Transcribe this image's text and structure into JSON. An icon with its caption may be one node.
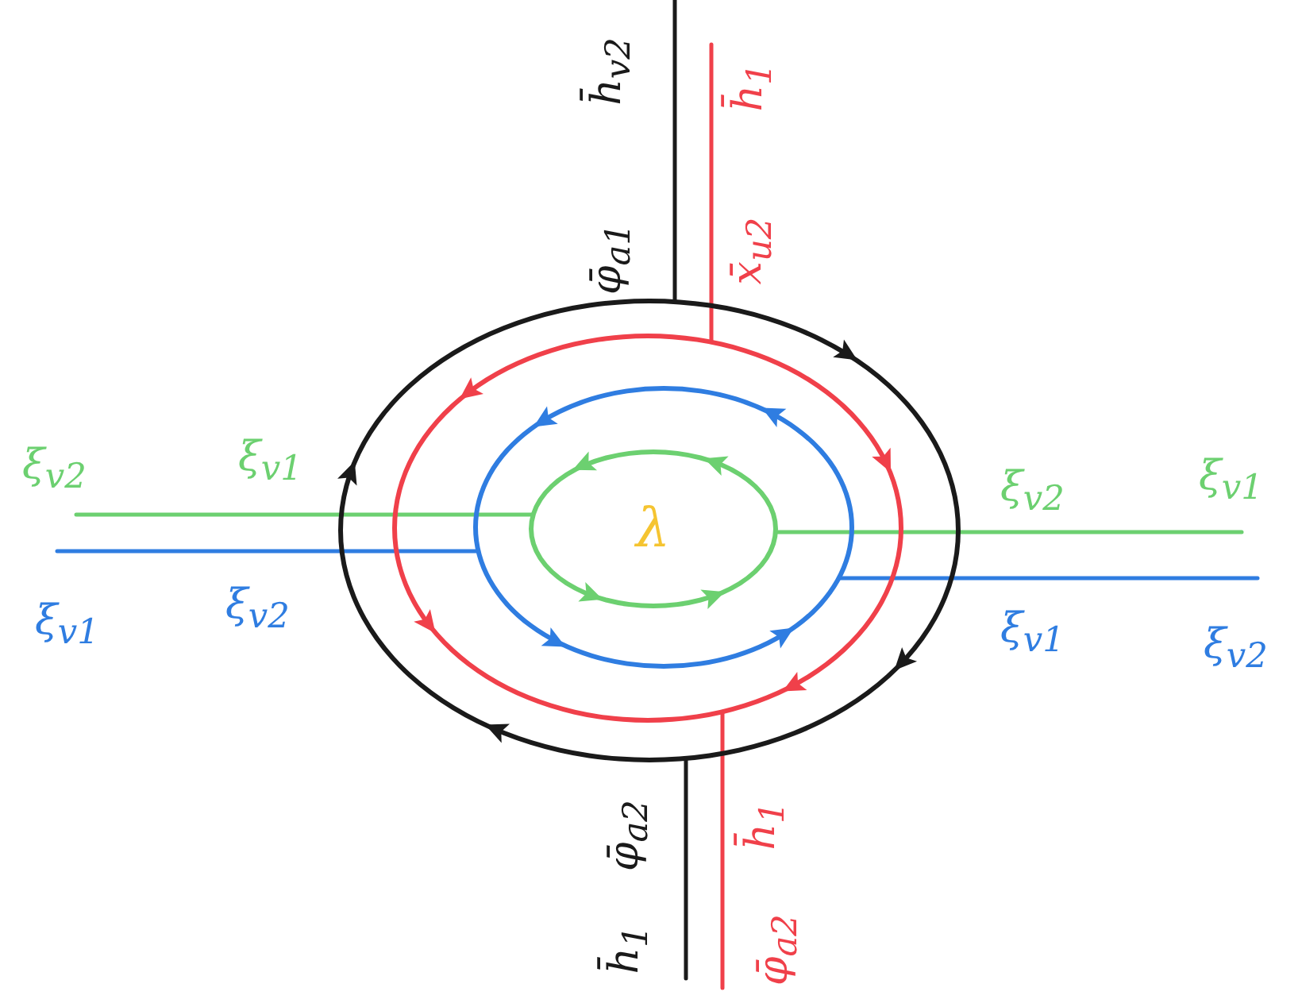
{
  "diagram": {
    "nodes": [
      {
        "text": [],
        "shape": "ellipse"
      },
      {
        "text": [],
        "shape": "ellipse",
        "in": 0
      },
      {
        "text": [],
        "shape": "ellipse",
        "in": 1
      },
      {
        "text": [
          "λ"
        ],
        "in": 2
      }
    ],
    "edges": [
      {
        "from": null,
        "to": 0,
        "arrow": "none"
      },
      {
        "from": null,
        "to": 1,
        "arrow": "none",
        "color": "#f0404a"
      },
      {
        "from": null,
        "to": 3,
        "arrow": "none",
        "color": "#6cd070"
      },
      {
        "from": null,
        "to": 2,
        "arrow": "none",
        "color": "#2f7de1"
      },
      {
        "from": 3,
        "to": null,
        "arrow": "none",
        "color": "#6cd070"
      },
      {
        "from": 2,
        "to": null,
        "arrow": "none",
        "color": "#2f7de1"
      },
      {
        "from": 0,
        "to": null,
        "arrow": "none"
      },
      {
        "from": 1,
        "to": null,
        "arrow": "none",
        "color": "#f0404a"
      }
    ],
    "labels": [
      "h̄$_{v2}$",
      "h̄$_{1}$",
      "φ̄$_{a1}$",
      "x̄$_{u2}$",
      "ξ$_{v2}$",
      "ξ$_{v1}$",
      "ξ$_{v2}$",
      "ξ$_{v1}$",
      "ξ$_{v1}$",
      "ξ$_{v2}$",
      "ξ$_{v1}$",
      "ξ$_{v2}$",
      "φ̄$_{a2}$",
      "h̄$_{1}$",
      "h̄$_{1}$",
      "φ̄$_{a2}$"
    ]
  }
}
